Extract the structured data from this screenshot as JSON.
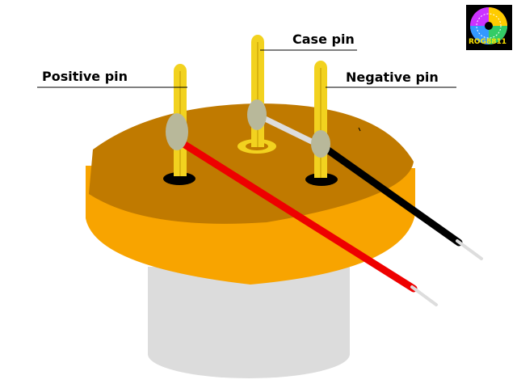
{
  "labels": {
    "positive": "Positive pin",
    "case": "Case pin",
    "negative": "Negative pin"
  },
  "logo": {
    "text": "ROG8811"
  },
  "colors": {
    "base_body": "#f8a400",
    "base_top": "#c07a00",
    "lower_cylinder": "#dcdcdc",
    "pin": "#f2d21f",
    "solder": "#b8b89a",
    "wire_positive": "#ee0000",
    "wire_negative": "#000000",
    "wire_case": "#dddddd",
    "logo_background": "#000000"
  }
}
